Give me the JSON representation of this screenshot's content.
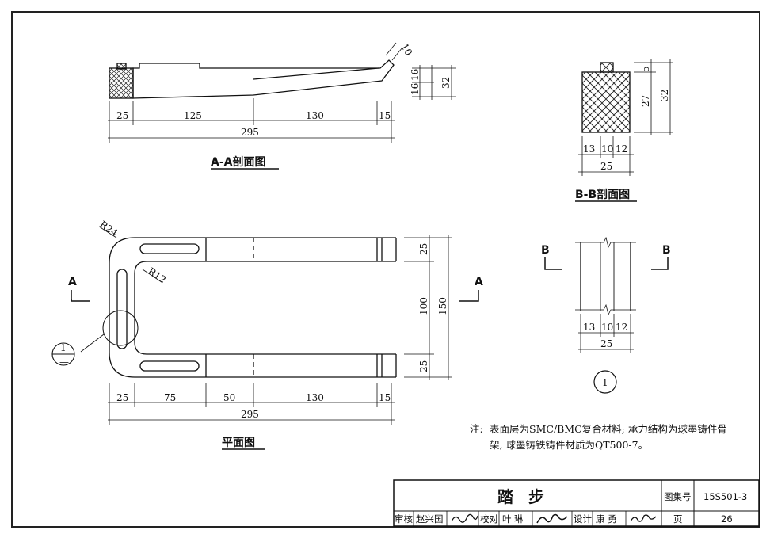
{
  "views": {
    "aa": {
      "title": "A-A剖面图",
      "dims_h": [
        "25",
        "125",
        "130",
        "15"
      ],
      "total": "295",
      "dims_v": [
        "16",
        "16",
        "32"
      ],
      "angle_dim": "10"
    },
    "bb": {
      "title": "B-B剖面图",
      "dims_h": [
        "13",
        "10",
        "12"
      ],
      "total": "25",
      "dims_v": [
        "5",
        "27",
        "32"
      ]
    },
    "plan": {
      "title": "平面图",
      "radius_outer": "R24",
      "radius_inner": "R12",
      "dims_h": [
        "25",
        "75",
        "50",
        "130",
        "15"
      ],
      "total": "295",
      "dims_v": [
        "25",
        "100",
        "25",
        "150"
      ],
      "section_mark": "A",
      "detail_ref": "1",
      "detail_sheet": "—"
    },
    "detail": {
      "section_mark": "B",
      "dims_h": [
        "13",
        "10",
        "12"
      ],
      "total": "25",
      "id": "1"
    }
  },
  "note": {
    "prefix": "注:",
    "line1": "表面层为SMC/BMC复合材料; 承力结构为球墨铸件骨",
    "line2": "架, 球墨铸铁铸件材质为QT500-7。"
  },
  "title_block": {
    "title": "踏 步",
    "atlas_label": "图集号",
    "atlas_no": "15S501-3",
    "page_label": "页",
    "page_no": "26",
    "review_label": "审核",
    "reviewer": "赵兴国",
    "check_label": "校对",
    "checker": "叶 琳",
    "design_label": "设计",
    "designer": "康 勇"
  }
}
